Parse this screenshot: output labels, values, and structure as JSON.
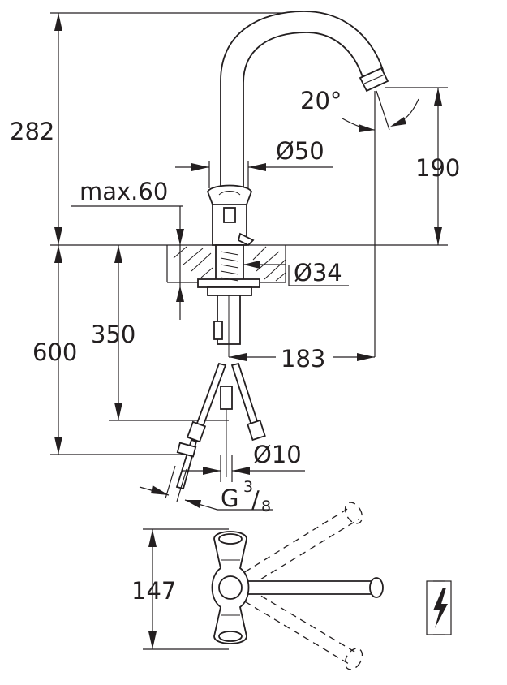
{
  "dimensions": {
    "height_total": "282",
    "spout_height": "190",
    "spout_angle": "20°",
    "body_diameter": "Ø50",
    "max_deck": "max.60",
    "hole_diameter": "Ø34",
    "hose_length_total": "600",
    "hose_length": "350",
    "reach": "183",
    "hose_diameter": "Ø10",
    "thread_main": "G",
    "thread_num": "3",
    "thread_den": "8",
    "swivel_width": "147"
  },
  "icons": {
    "symbol": "lightning-bolt-icon"
  }
}
